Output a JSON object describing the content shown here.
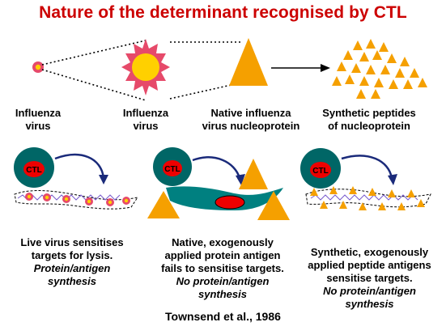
{
  "title": "Nature of the determinant recognised by CTL",
  "top_captions": [
    {
      "line1": "Influenza",
      "line2": "virus"
    },
    {
      "line1": "Influenza",
      "line2": "virus"
    },
    {
      "line1": "Native influenza",
      "line2": "virus nucleoprotein"
    },
    {
      "line1": "Synthetic peptides",
      "line2": "of nucleoprotein"
    }
  ],
  "ctl_label": "CTL",
  "panels": [
    {
      "line1": "Live virus sensitises",
      "line2": "targets for lysis.",
      "line3": "Protein/antigen",
      "line4": "synthesis"
    },
    {
      "line1": "Native, exogenously",
      "line2": "applied protein antigen",
      "line3": "fails to sensitise targets.",
      "line4": "No protein/antigen",
      "line5": "synthesis"
    },
    {
      "line1": "Synthetic, exogenously",
      "line2": "applied peptide antigens",
      "line3": "sensitise targets.",
      "line4": "No protein/antigen",
      "line5": "synthesis"
    }
  ],
  "reference": "Townsend et al., 1986",
  "colors": {
    "title": "#cc0000",
    "antigen": "#f5a000",
    "ctl_outer": "#006666",
    "ctl_inner": "#ee0000",
    "cell": "#008080",
    "virus": "#e64a6a",
    "virus_core": "#ffd000"
  }
}
